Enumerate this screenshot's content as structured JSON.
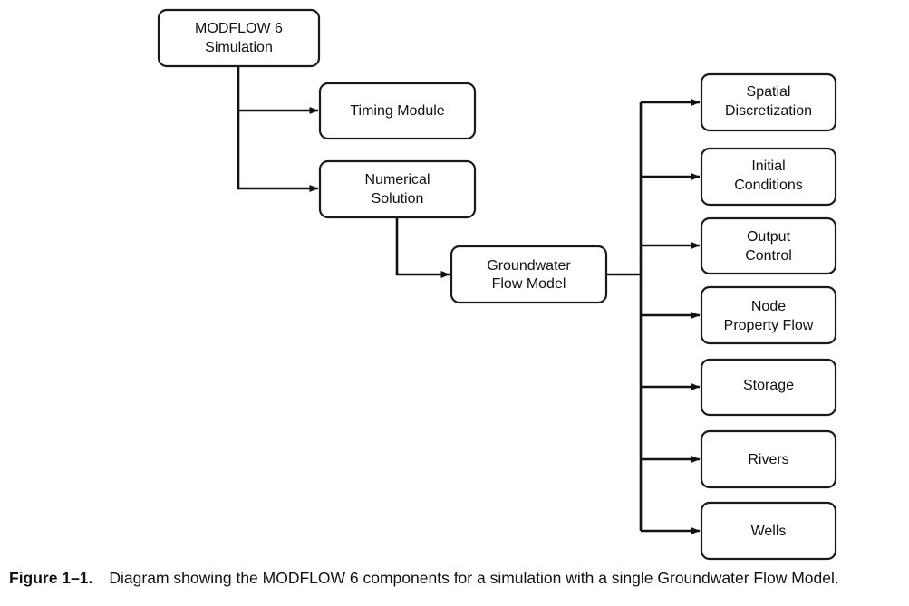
{
  "nodes": [
    {
      "id": "modflow6-simulation",
      "lines": [
        "MODFLOW 6",
        "Simulation"
      ]
    },
    {
      "id": "timing-module",
      "lines": [
        "Timing Module"
      ]
    },
    {
      "id": "numerical-solution",
      "lines": [
        "Numerical",
        "Solution"
      ]
    },
    {
      "id": "groundwater-flow-model",
      "lines": [
        "Groundwater",
        "Flow Model"
      ]
    },
    {
      "id": "spatial-discretization",
      "lines": [
        "Spatial",
        "Discretization"
      ]
    },
    {
      "id": "initial-conditions",
      "lines": [
        "Initial",
        "Conditions"
      ]
    },
    {
      "id": "output-control",
      "lines": [
        "Output",
        "Control"
      ]
    },
    {
      "id": "node-property-flow",
      "lines": [
        "Node",
        "Property Flow"
      ]
    },
    {
      "id": "storage",
      "lines": [
        "Storage"
      ]
    },
    {
      "id": "rivers",
      "lines": [
        "Rivers"
      ]
    },
    {
      "id": "wells",
      "lines": [
        "Wells"
      ]
    }
  ],
  "edges": [
    {
      "from": "modflow6-simulation",
      "to": "timing-module"
    },
    {
      "from": "modflow6-simulation",
      "to": "numerical-solution"
    },
    {
      "from": "numerical-solution",
      "to": "groundwater-flow-model"
    },
    {
      "from": "groundwater-flow-model",
      "to": "spatial-discretization"
    },
    {
      "from": "groundwater-flow-model",
      "to": "initial-conditions"
    },
    {
      "from": "groundwater-flow-model",
      "to": "output-control"
    },
    {
      "from": "groundwater-flow-model",
      "to": "node-property-flow"
    },
    {
      "from": "groundwater-flow-model",
      "to": "storage"
    },
    {
      "from": "groundwater-flow-model",
      "to": "rivers"
    },
    {
      "from": "groundwater-flow-model",
      "to": "wells"
    }
  ],
  "caption": {
    "label": "Figure 1–1.",
    "text": "Diagram showing the MODFLOW 6 components for a simulation with a single Groundwater Flow Model."
  }
}
